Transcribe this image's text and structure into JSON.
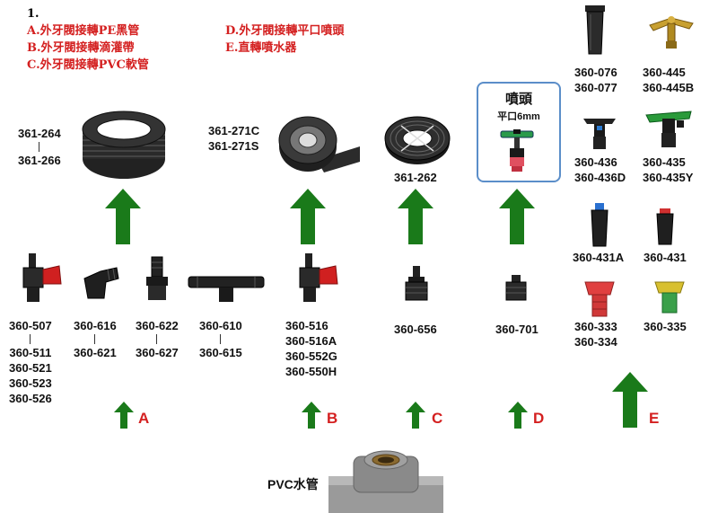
{
  "legend": {
    "number": "1.",
    "a": "A.外牙閥接轉PE黑管",
    "b": "B.外牙閥接轉滴灌帶",
    "c": "C.外牙閥接轉PVC軟管",
    "d": "D.外牙閥接轉平口噴頭",
    "e": "E.直轉噴水器"
  },
  "colors": {
    "arrow": "#1a7a1a",
    "legend_text": "#d42020",
    "box_border": "#5b8ec9"
  },
  "products": {
    "pe_pipe": {
      "top": "361-264",
      "bottom": "361-266"
    },
    "drip_tape": {
      "line1": "361-271C",
      "line2": "361-271S"
    },
    "pvc_hose": {
      "code": "361-262"
    },
    "nozzle_box": {
      "title": "噴頭",
      "subtitle": "平口6mm"
    },
    "sprinklers": {
      "s1": {
        "line1": "360-076",
        "line2": "360-077"
      },
      "s2": {
        "line1": "360-445",
        "line2": "360-445B"
      },
      "s3": {
        "line1": "360-436",
        "line2": "360-436D"
      },
      "s4": {
        "line1": "360-435",
        "line2": "360-435Y"
      },
      "s5": {
        "code": "360-431A"
      },
      "s6": {
        "code": "360-431"
      },
      "s7": {
        "line1": "360-333",
        "line2": "360-334"
      },
      "s8": {
        "code": "360-335"
      }
    },
    "adapters_a": {
      "valve": {
        "top": "360-507",
        "list": [
          "360-511",
          "360-521",
          "360-523",
          "360-526"
        ]
      },
      "elbow": {
        "top": "360-616",
        "bottom": "360-621"
      },
      "straight": {
        "top": "360-622",
        "bottom": "360-627"
      },
      "tee": {
        "top": "360-610",
        "bottom": "360-615"
      }
    },
    "adapters_b": {
      "lines": [
        "360-516",
        "360-516A",
        "360-552G",
        "360-550H"
      ]
    },
    "adapter_c": {
      "code": "360-656"
    },
    "adapter_d": {
      "code": "360-701"
    }
  },
  "labels": {
    "a": "A",
    "b": "B",
    "c": "C",
    "d": "D",
    "e": "E",
    "pvc": "PVC水管"
  }
}
